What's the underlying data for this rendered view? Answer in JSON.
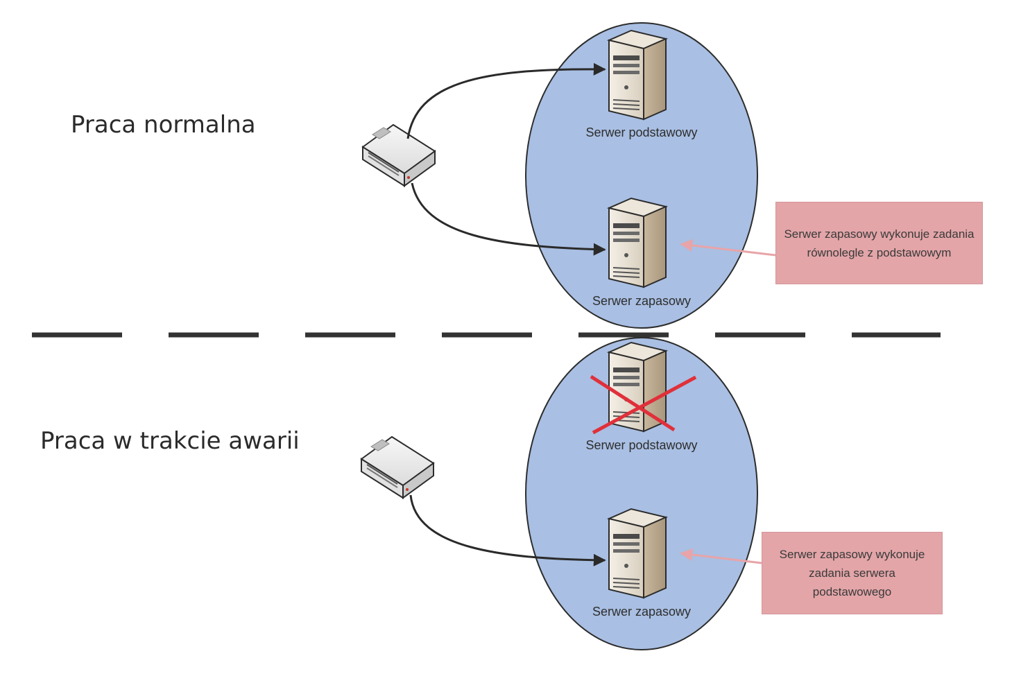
{
  "sections": {
    "normal": {
      "title": "Praca normalna",
      "primary_server_label": "Serwer podstawowy",
      "backup_server_label": "Serwer zapasowy",
      "note": "Serwer zapasowy wykonuje zadania równolegle z podstawowym"
    },
    "failure": {
      "title": "Praca w trakcie awarii",
      "primary_server_label": "Serwer podstawowy",
      "backup_server_label": "Serwer zapasowy",
      "note": "Serwer zapasowy wykonuje zadania serwera podstawowego"
    }
  },
  "colors": {
    "cluster_fill": "#a9bfe3",
    "cluster_stroke": "#2c2c2c",
    "note_fill": "#e3a5a8",
    "note_arrow": "#e8a4a8",
    "failure_cross": "#e0303a",
    "connector": "#2a2a2a",
    "divider": "#333333"
  },
  "icons": {
    "router": "network-router-icon",
    "server": "tower-server-icon",
    "failure": "red-cross-icon"
  }
}
